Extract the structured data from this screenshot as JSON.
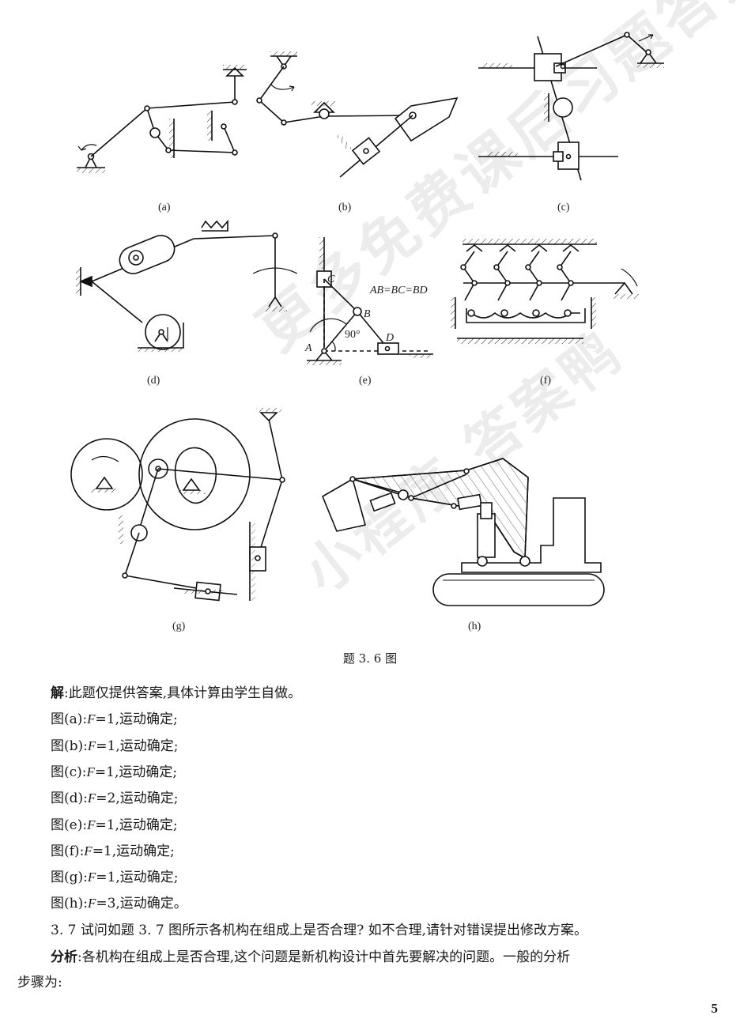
{
  "figures": {
    "labels": [
      "(a)",
      "(b)",
      "(c)",
      "(d)",
      "(e)",
      "(f)",
      "(g)",
      "(h)"
    ],
    "fig_e": {
      "point_a": "A",
      "point_b": "B",
      "point_c": "C",
      "point_d": "D",
      "angle": "90°",
      "relation": "AB=BC=BD"
    }
  },
  "caption": "题 3. 6 图",
  "solution": {
    "label": "解",
    "intro": ":此题仅提供答案,具体计算由学生自做。",
    "items": [
      {
        "fig": "图(a)",
        "var": "F",
        "value": "=1",
        "result": ",运动确定;"
      },
      {
        "fig": "图(b)",
        "var": "F",
        "value": "=1",
        "result": ",运动确定;"
      },
      {
        "fig": "图(c)",
        "var": "F",
        "value": "=1",
        "result": ",运动确定;"
      },
      {
        "fig": "图(d)",
        "var": "F",
        "value": "=2",
        "result": ",运动确定;"
      },
      {
        "fig": "图(e)",
        "var": "F",
        "value": "=1",
        "result": ",运动确定;"
      },
      {
        "fig": "图(f)",
        "var": "F",
        "value": "=1",
        "result": ",运动确定;"
      },
      {
        "fig": "图(g)",
        "var": "F",
        "value": "=1",
        "result": ",运动确定;"
      },
      {
        "fig": "图(h)",
        "var": "F",
        "value": "=3",
        "result": ",运动确定。"
      }
    ]
  },
  "question_37": "3. 7 试问如题 3. 7 图所示各机构在组成上是否合理? 如不合理,请针对错误提出修改方案。",
  "analysis": {
    "label": "分析",
    "text1": ":各机构在组成上是否合理,这个问题是新机构设计中首先要解决的问题。一般的分析",
    "text2": "步骤为:"
  },
  "watermark": {
    "line1": "更多免费课后习题答案资源在",
    "line2": "小程序 答案鸭"
  },
  "page_number": "5"
}
